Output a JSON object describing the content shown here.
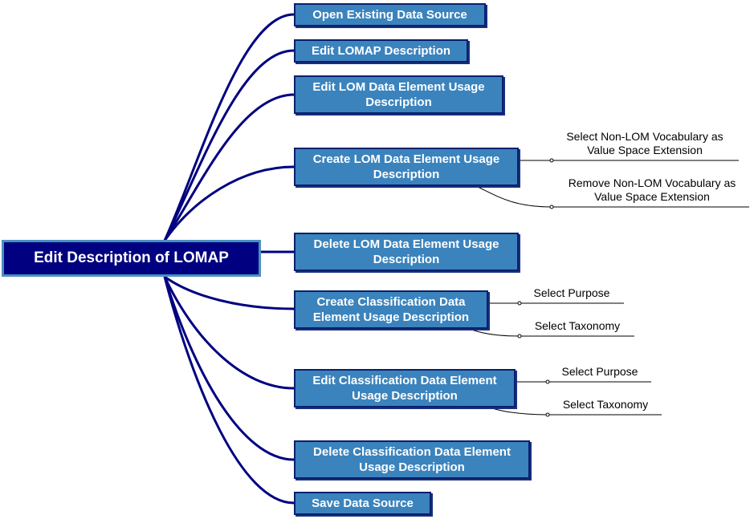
{
  "root": {
    "label": "Edit Description of LOMAP"
  },
  "branches": [
    {
      "id": "open",
      "label": "Open Existing Data Source"
    },
    {
      "id": "edit-lomap",
      "label": "Edit LOMAP Description"
    },
    {
      "id": "edit-lom",
      "label": "Edit LOM Data Element Usage Description"
    },
    {
      "id": "create-lom",
      "label": "Create LOM Data Element Usage Description",
      "children": [
        "Select Non-LOM Vocabulary as Value Space Extension",
        "Remove Non-LOM Vocabulary as Value Space Extension"
      ]
    },
    {
      "id": "delete-lom",
      "label": "Delete LOM Data Element Usage Description"
    },
    {
      "id": "create-class",
      "label": "Create Classification Data Element Usage Description",
      "children": [
        "Select Purpose",
        "Select Taxonomy"
      ]
    },
    {
      "id": "edit-class",
      "label": "Edit Classification Data Element Usage Description",
      "children": [
        "Select Purpose",
        "Select Taxonomy"
      ]
    },
    {
      "id": "delete-class",
      "label": "Delete Classification Data Element Usage Description"
    },
    {
      "id": "save",
      "label": "Save Data Source"
    }
  ],
  "colors": {
    "root_fill": "#000080",
    "node_fill": "#3b83bd",
    "edge": "#000080"
  }
}
